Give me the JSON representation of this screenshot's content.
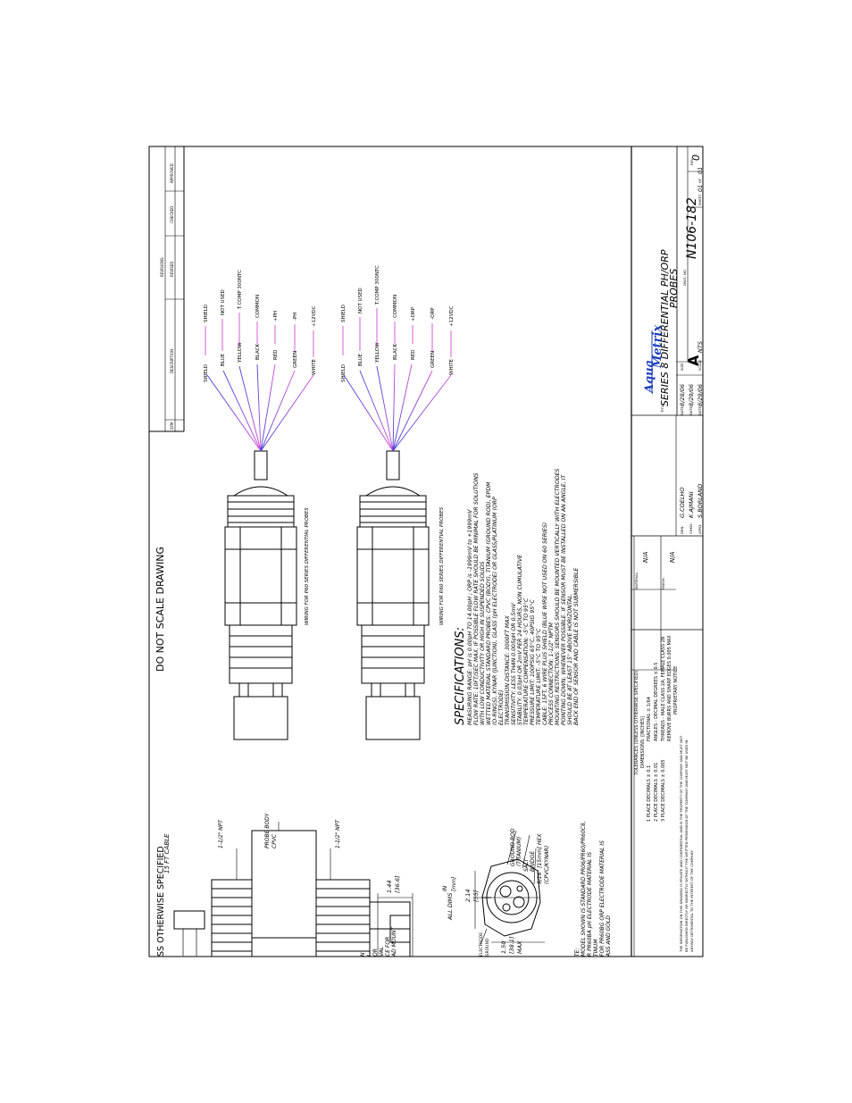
{
  "notice": "DO NOT SCALE DRAWING",
  "left_note": "SS OTHERWISE SPECIFIED",
  "left_dims": [
    "ALL DIMS",
    "IN",
    "[mm]"
  ],
  "left_labels": {
    "cable": "15 FT CABLE",
    "npt_top": "1-1/2\" NPT",
    "probe_body": [
      "PROBE BODY",
      "CPVC"
    ],
    "npt_bottom": "1-1/2\" NPT",
    "dim_144": [
      "1.44",
      "[36.6]"
    ],
    "dim_214": [
      "2.14",
      "[55]"
    ],
    "dim_150": [
      "1.50",
      "[38.1]",
      "MAX"
    ],
    "ground_rod": [
      "GROUND ROD",
      "(TITANIUM)"
    ],
    "salt_bridge": [
      "SALT",
      "BRIDGE"
    ],
    "hex": [
      "9/16\" [15mm] HEX",
      "(CPVC/KYNAR)"
    ],
    "electrode": "ELECTRODE",
    "ground": "GROUND",
    "left_edge_frags": [
      "N",
      "I",
      "OR",
      "VAL",
      "CE FOR",
      "AD MOUNT"
    ],
    "bottom_note": [
      "TE:",
      "MODEL SHOWN IS STANDARD PR06/PR60/PR60C8,",
      "R PR60BA pH ELECTRODE MATERIAL IS",
      "TINUM",
      "FOR PR60BG ORP ELECTRODE MATERIAL IS",
      "ASS AND GOLD"
    ]
  },
  "wiring_p60": {
    "caption": "WIRING FOR P60 SERIES DIFFERENTIAL PROBES",
    "wires": [
      {
        "color": "SHIELD",
        "signal": "SHIELD"
      },
      {
        "color": "BLUE",
        "signal": "NOT USED"
      },
      {
        "color": "YELLOW",
        "signal": "T.COMP 300NTC"
      },
      {
        "color": "BLACK",
        "signal": "COMMON"
      },
      {
        "color": "RED",
        "signal": "+PH"
      },
      {
        "color": "GREEN",
        "signal": "-PH"
      },
      {
        "color": "WHITE",
        "signal": "+12VDC"
      }
    ]
  },
  "wiring_r60": {
    "caption": "WIRING FOR R60 SERIES DIFFERENTIAL PROBES",
    "wires": [
      {
        "color": "SHIELD",
        "signal": "SHIELD"
      },
      {
        "color": "BLUE",
        "signal": "NOT USED"
      },
      {
        "color": "YELLOW",
        "signal": "T.COMP 300NTC"
      },
      {
        "color": "BLACK",
        "signal": "COMMON"
      },
      {
        "color": "RED",
        "signal": "+ORP"
      },
      {
        "color": "GREEN",
        "signal": "-ORP"
      },
      {
        "color": "WHITE",
        "signal": "+12VDC"
      }
    ]
  },
  "specifications": {
    "heading": "SPECIFICATIONS:",
    "lines": [
      "MEASURING RANGE: pH is 0.00pH TO 14.00pH ; ORP is -1999mV to +1999mV",
      "FLOW RATE: 10FT/SEC MAX. IF POSSIBLE FLOW RATE SHOULD BE MINIMAL FOR SOLUTIONS",
      "WITH LOW CONDUCTIVITY OR HIGH IN SUSPENDED SOLIDS",
      "WETTED MATERIAL STANDARD PROBES: CPVC (BODY), TITANIUM (GROUND ROD), EPDM",
      "(O-RINGS), KYNAR (JUNCTION), GLASS (pH ELECTRODE) OR GLASS/PLATINUM (ORP",
      "ELECTRODE)",
      "TRANSMISSION DISTANCE: 3000FT MAX",
      "SENSITIVITY: LESS THAN 0.005pH OR 0.5mV",
      "STABILITY: 0.03pH OR 2mV PER 24 HOURS, NON CUMULATIVE",
      "TEMPERATURE COMPENSATION: -5°C TO 95°C",
      "PRESSURE LIMIT: 100PSIG 65°C, 40PSIG 95°C",
      "TEMPERATURE LIMIT: -5°C TO 95°C",
      "CABLE: 15FT, 6 WIRE PLUS SHIELD (BLUE WIRE NOT USED ON 60 SERIES)",
      "PROCESS CONNECTION: 1-1/2\" NPTM",
      "MOUNTING RESTRICTIONS: SENSORS SHOULD BE MOUNTED VERTICALLY WITH ELECTRODES",
      "POINTING DOWN, WHENEVER POSSIBLE. IF SENSOR MUST BE INSTALLED ON AN ANGLE, IT",
      "SHOULD BE AT LEAST 15° ABOVE HORIZONTAL.",
      "BACK END OF SENSOR AND CABLE IS NOT SUBMERSIBLE"
    ]
  },
  "revisions": {
    "header": "REVISIONS",
    "columns": [
      "SYM",
      "DESCRIPTION",
      "REVISED",
      "CHECKED",
      "APPROVED"
    ]
  },
  "tolerances": {
    "heading": "TOLERANCES (UNLESS OTHERWISE SPECIFIED)",
    "dims": "DIMENSIONS: [INCHES]",
    "lines": [
      "1 PLACE DECIMALS ± 0.1",
      "2 PLACE DECIMALS ± 0.01",
      "3 PLACE DECIMALS ± 0.005"
    ],
    "right_lines": [
      "FRACTIONAL ± 1/64",
      "ANGLES - DECIMAL DEGREES ± 0.5",
      "THREADS - MALE CLASS 2A, FEMALE CLASS 2B"
    ],
    "burrs": "REMOVE BURRS AND SHARP EDGES 0.005 MAX",
    "proprietary_heading": "PROPRIETARY NOTICE",
    "proprietary_text": [
      "THE INFORMATION ON THIS DRAWING IS PRIVATE AND CONFIDENTIAL AND IS THE PROPERTY OF THE COMPANY AND MUST NOT",
      "BE PUBLISHED DIRECTLY OR INDIRECTLY WITHOUT THE WRITTEN PERMISSION OF THE COMPANY AND MUST NOT BE USED IN",
      "ANYWAY DETRIMENTAL TO THE INTEREST OF THE COMPANY"
    ]
  },
  "title_block": {
    "material_label": "MATERIAL:",
    "material_value": "N/A",
    "finish_label": "FINISH:",
    "finish_value": "N/A",
    "drn_label": "DRN:",
    "drn_value": "G.COELHO",
    "chkd_label": "CHKD:",
    "chkd_value": "K.AJMANI",
    "appd_label": "APPD:",
    "appd_value": "S.BORLAND",
    "date_label": "DATE:",
    "dates": [
      "8/28/06",
      "8/29/06",
      "8/29/06"
    ],
    "size_label": "SIZE",
    "size_value": "A",
    "scale_label": "SCALE",
    "scale_value": "NTS",
    "logo_top": "Aqua",
    "logo_bottom": "Metrix",
    "title_label": "TITLE",
    "title_line1": "SERIES 8 DIFFERENTIAL PH/ORP",
    "title_line2": "PROBES",
    "dwg_label": "DWG. NO.",
    "dwg_value": "N106-182",
    "rev_label": "REV",
    "rev_value": "0",
    "sheet_label": "SHEET",
    "sheet_value": "01",
    "of_label": "OF",
    "of_value": "01"
  }
}
